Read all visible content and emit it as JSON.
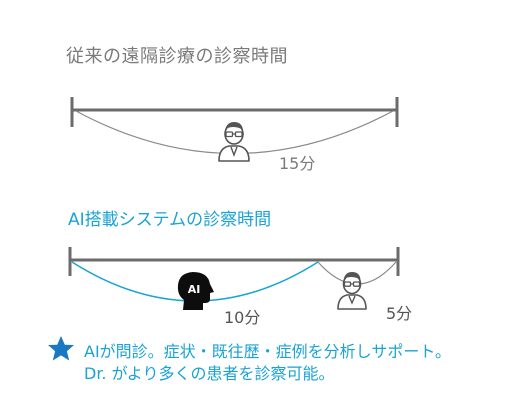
{
  "conventional": {
    "title": "従来の遠隔診療の診察時間",
    "doctor_minutes": "15分"
  },
  "ai_system": {
    "title": "AI搭載システムの診察時間",
    "ai_badge": "AI",
    "ai_minutes": "10分",
    "doctor_minutes": "5分"
  },
  "note": {
    "star_icon": "star-icon",
    "line1": "AIが問診。症状・既往歴・症例を分析しサポート。",
    "line2": "Dr. がより多くの患者を診察可能。"
  },
  "colors": {
    "gray_text": "#7a7a7a",
    "dark_gray": "#6b6b6b",
    "accent_blue": "#1aa3d6",
    "star_blue": "#1a78c2",
    "ai_head": "#0d0d0d"
  }
}
